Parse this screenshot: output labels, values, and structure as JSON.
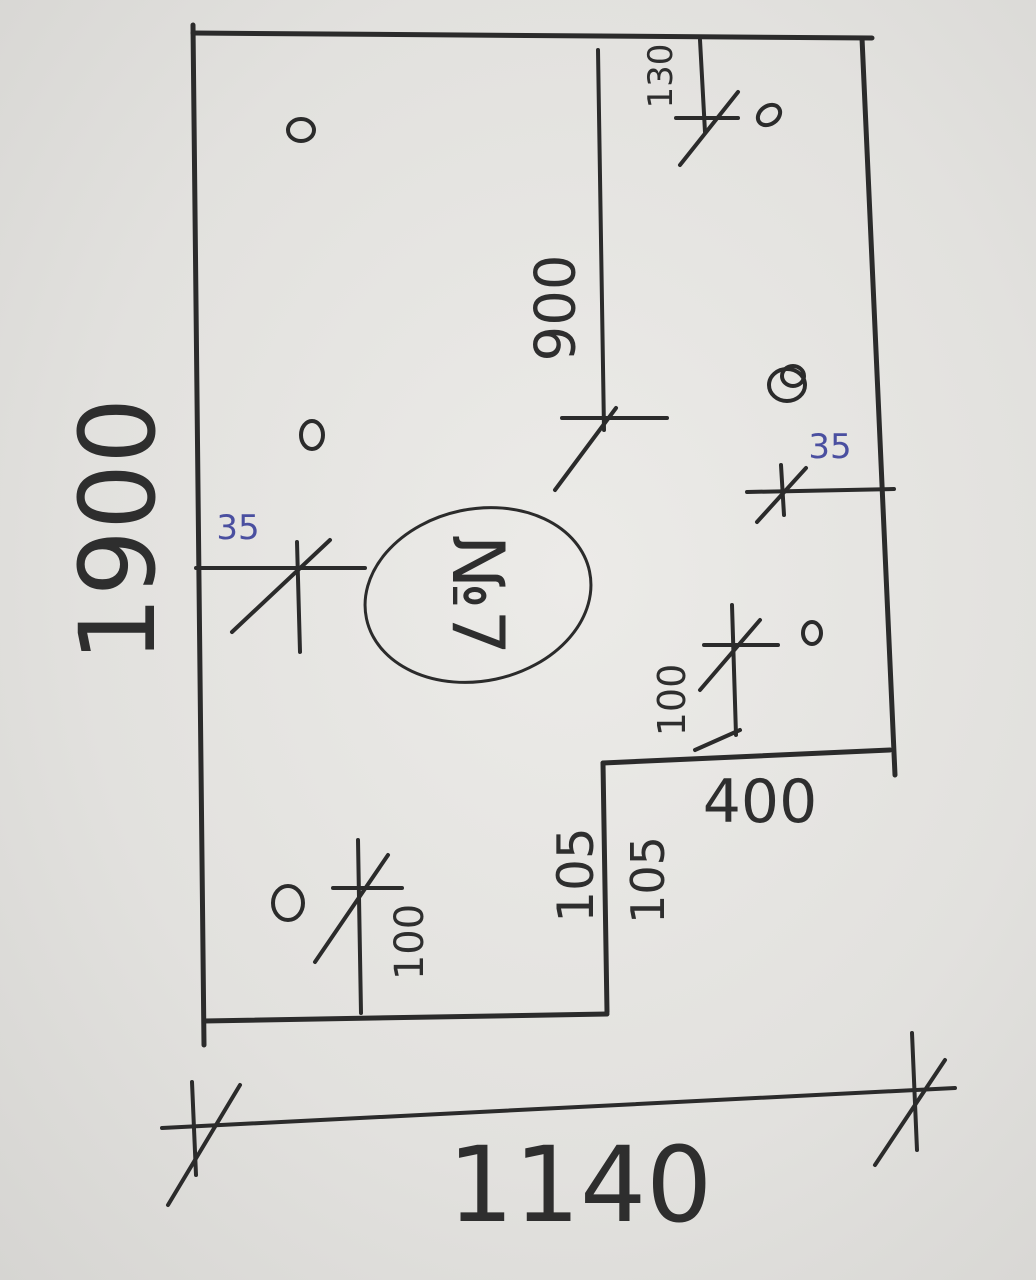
{
  "dimensions": {
    "height_main": "1900",
    "width_main": "1140",
    "inner_wall": "900",
    "top_right": "130",
    "step_width": "400",
    "step_height_outer": "105",
    "step_height_inner": "105",
    "bottom_left": "100",
    "step_right": "100",
    "left_offset": "35",
    "right_offset": "35"
  },
  "label": {
    "part_number": "№7"
  },
  "ink_color": "#2b2b2b",
  "blue_color": "#4a4fa0"
}
